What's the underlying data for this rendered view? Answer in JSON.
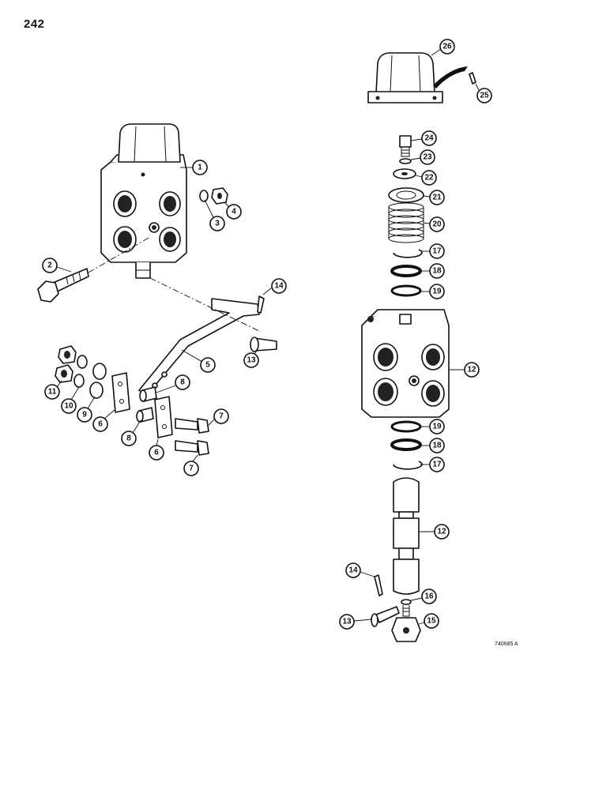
{
  "page_number": "242",
  "figure_code": "740685 A",
  "callouts": {
    "c1": "1",
    "c2": "2",
    "c3": "3",
    "c4": "4",
    "c5": "5",
    "c6a": "6",
    "c6b": "6",
    "c7a": "7",
    "c7b": "7",
    "c8a": "8",
    "c8b": "8",
    "c9": "9",
    "c10": "10",
    "c11": "11",
    "c13a": "13",
    "c13b": "13",
    "c14a": "14",
    "c14b": "14",
    "c12a": "12",
    "c12b": "12",
    "c15": "15",
    "c16": "16",
    "c17a": "17",
    "c17b": "17",
    "c18a": "18",
    "c18b": "18",
    "c19a": "19",
    "c19b": "19",
    "c20": "20",
    "c21": "21",
    "c22": "22",
    "c23": "23",
    "c24": "24",
    "c25": "25",
    "c26": "26"
  }
}
